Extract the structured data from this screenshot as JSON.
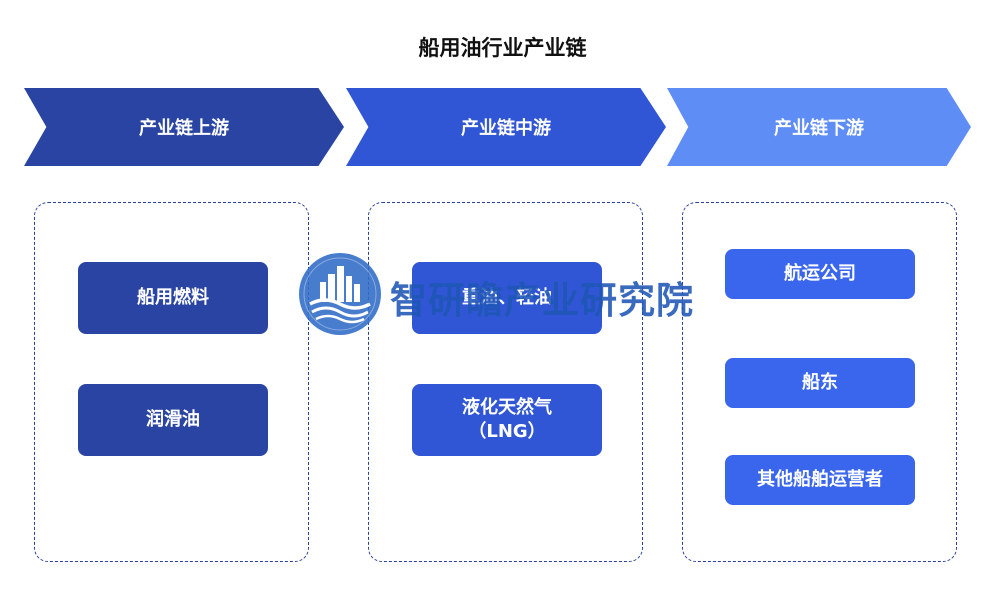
{
  "title": "船用油行业产业链",
  "stages": {
    "upstream": "产业链上游",
    "midstream": "产业链中游",
    "downstream": "产业链下游"
  },
  "upstream_items": [
    "船用燃料",
    "润滑油"
  ],
  "midstream_items": [
    "重油、轻油",
    "液化天然气\n（LNG）"
  ],
  "downstream_items": [
    "航运公司",
    "船东",
    "其他船舶运营者"
  ],
  "watermark": {
    "text": "智研瞻产业研究院",
    "icon": "city-skyline-logo-icon"
  },
  "colors": {
    "upstream": "#2a44a4",
    "midstream": "#3056d6",
    "downstream": "#5f8df6",
    "downstream_box": "#3a66ee",
    "panel_border": "#2a3f9a"
  }
}
